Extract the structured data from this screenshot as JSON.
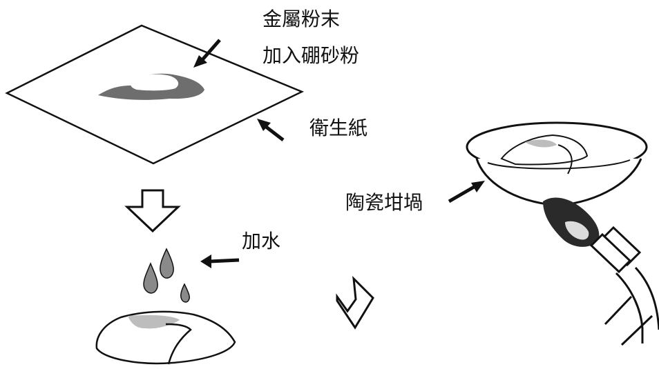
{
  "labels": {
    "metal_powder": "金屬粉末",
    "add_borax": "加入硼砂粉",
    "toilet_paper": "衛生紙",
    "add_water": "加水",
    "crucible": "陶瓷坩堝"
  },
  "colors": {
    "stroke": "#111111",
    "powder_dark": "#6e6e6e",
    "powder_light": "#ffffff",
    "powder_gray": "#bdbdbd",
    "water_drop": "#8a8a8a",
    "flame_dark": "#2a2a2a",
    "flame_light": "#dcdcdc"
  },
  "icons": [
    "arrow-icon",
    "hollow-down-arrow-icon",
    "hollow-right-arrow-icon",
    "water-drop-icon",
    "flame-icon",
    "burner-tube-icon"
  ]
}
